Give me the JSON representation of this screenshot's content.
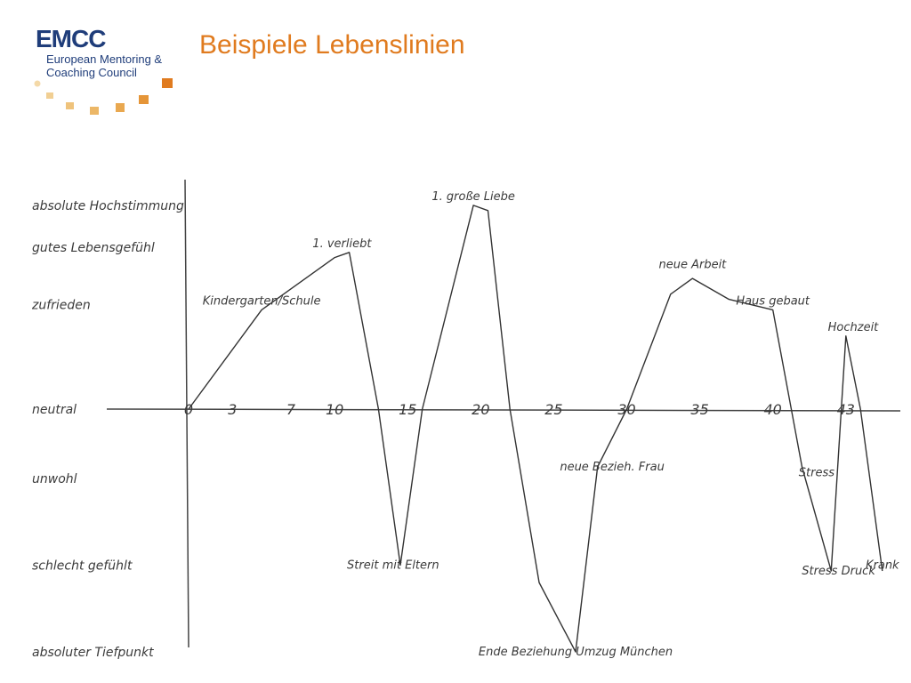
{
  "header": {
    "logo_title": "EMCC",
    "logo_subtitle": "European Mentoring &\nCoaching Council",
    "page_title": "Beispiele Lebenslinien"
  },
  "colors": {
    "logo_blue": "#1f3d7a",
    "accent_orange": "#e07b1f",
    "dot_light": "#f4d9a8",
    "line": "#333333"
  },
  "chart_data": {
    "type": "line",
    "title": "",
    "xlabel": "",
    "ylabel": "",
    "xlim": [
      0,
      48
    ],
    "ylim": [
      -4,
      4
    ],
    "x_ticks": [
      "0",
      "3",
      "7",
      "10",
      "15",
      "20",
      "25",
      "30",
      "35",
      "40",
      "43"
    ],
    "x_tick_values": [
      0,
      3,
      7,
      10,
      15,
      20,
      25,
      30,
      35,
      40,
      45
    ],
    "y_levels": [
      {
        "value": 3.9,
        "label": "absolute Hochstimmung"
      },
      {
        "value": 3.1,
        "label": "gutes Lebensgefühl"
      },
      {
        "value": 2.0,
        "label": "zufrieden"
      },
      {
        "value": 0.0,
        "label": "neutral"
      },
      {
        "value": -1.2,
        "label": "unwohl"
      },
      {
        "value": -2.7,
        "label": "schlecht gefühlt"
      },
      {
        "value": -4.2,
        "label": "absoluter Tiefpunkt"
      }
    ],
    "series": [
      {
        "x": [
          0,
          5,
          10,
          11,
          13,
          14.5,
          16,
          19.5,
          20.5,
          22,
          24,
          26.5,
          28,
          30,
          33,
          34.5,
          37,
          40,
          42,
          44,
          45,
          46,
          47.5
        ],
        "y": [
          0,
          1.9,
          2.9,
          3.0,
          0,
          -2.7,
          0,
          3.9,
          3.8,
          0,
          -3.0,
          -4.2,
          -1.0,
          0,
          2.2,
          2.5,
          2.1,
          1.9,
          -1.0,
          -2.8,
          1.4,
          0,
          -2.8
        ]
      }
    ],
    "annotations": [
      {
        "x": 10.5,
        "y": 3.0,
        "text": "1. verliebt"
      },
      {
        "x": 19.5,
        "y": 3.9,
        "text": "1. große Liebe"
      },
      {
        "x": 5,
        "y": 1.9,
        "text": "Kindergarten/Schule"
      },
      {
        "x": 14,
        "y": -2.7,
        "text": "Streit mit Eltern"
      },
      {
        "x": 26.5,
        "y": -4.2,
        "text": "Ende Beziehung Umzug München"
      },
      {
        "x": 29,
        "y": -1.0,
        "text": "neue Bezieh. Frau"
      },
      {
        "x": 34.5,
        "y": 2.6,
        "text": "neue Arbeit"
      },
      {
        "x": 40,
        "y": 1.9,
        "text": "Haus gebaut"
      },
      {
        "x": 43,
        "y": -1.1,
        "text": "Stress"
      },
      {
        "x": 44.5,
        "y": -2.8,
        "text": "Stress Druck"
      },
      {
        "x": 45.5,
        "y": 1.4,
        "text": "Hochzeit"
      },
      {
        "x": 47.5,
        "y": -2.7,
        "text": "Krank"
      }
    ],
    "grid": false,
    "legend": "none"
  }
}
